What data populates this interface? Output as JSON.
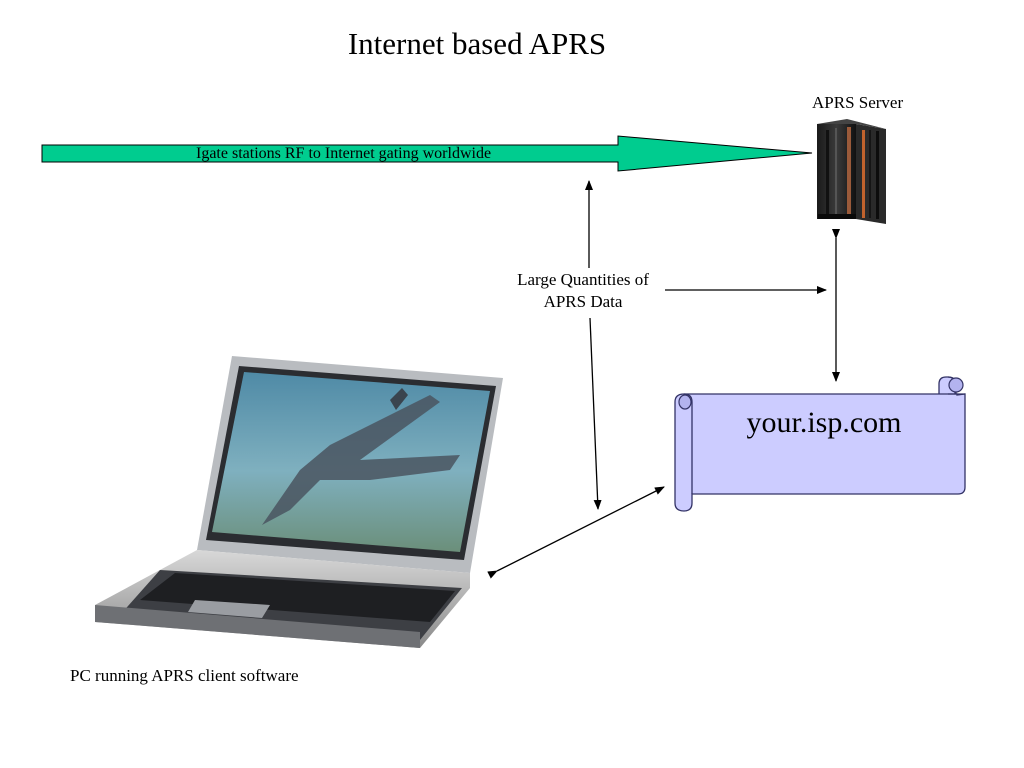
{
  "title": "Internet based APRS",
  "server": {
    "label": "APRS Server",
    "icon": "server-rack-icon"
  },
  "igate": {
    "text": "Igate stations RF to Internet gating worldwide",
    "color": "#00CC8F"
  },
  "data_label": "Large Quantities of\nAPRS Data",
  "isp": {
    "text": "your.isp.com",
    "fill": "#CCCCFF",
    "stroke": "#333366"
  },
  "pc": {
    "label": "PC running APRS client software",
    "icon": "laptop-icon"
  }
}
